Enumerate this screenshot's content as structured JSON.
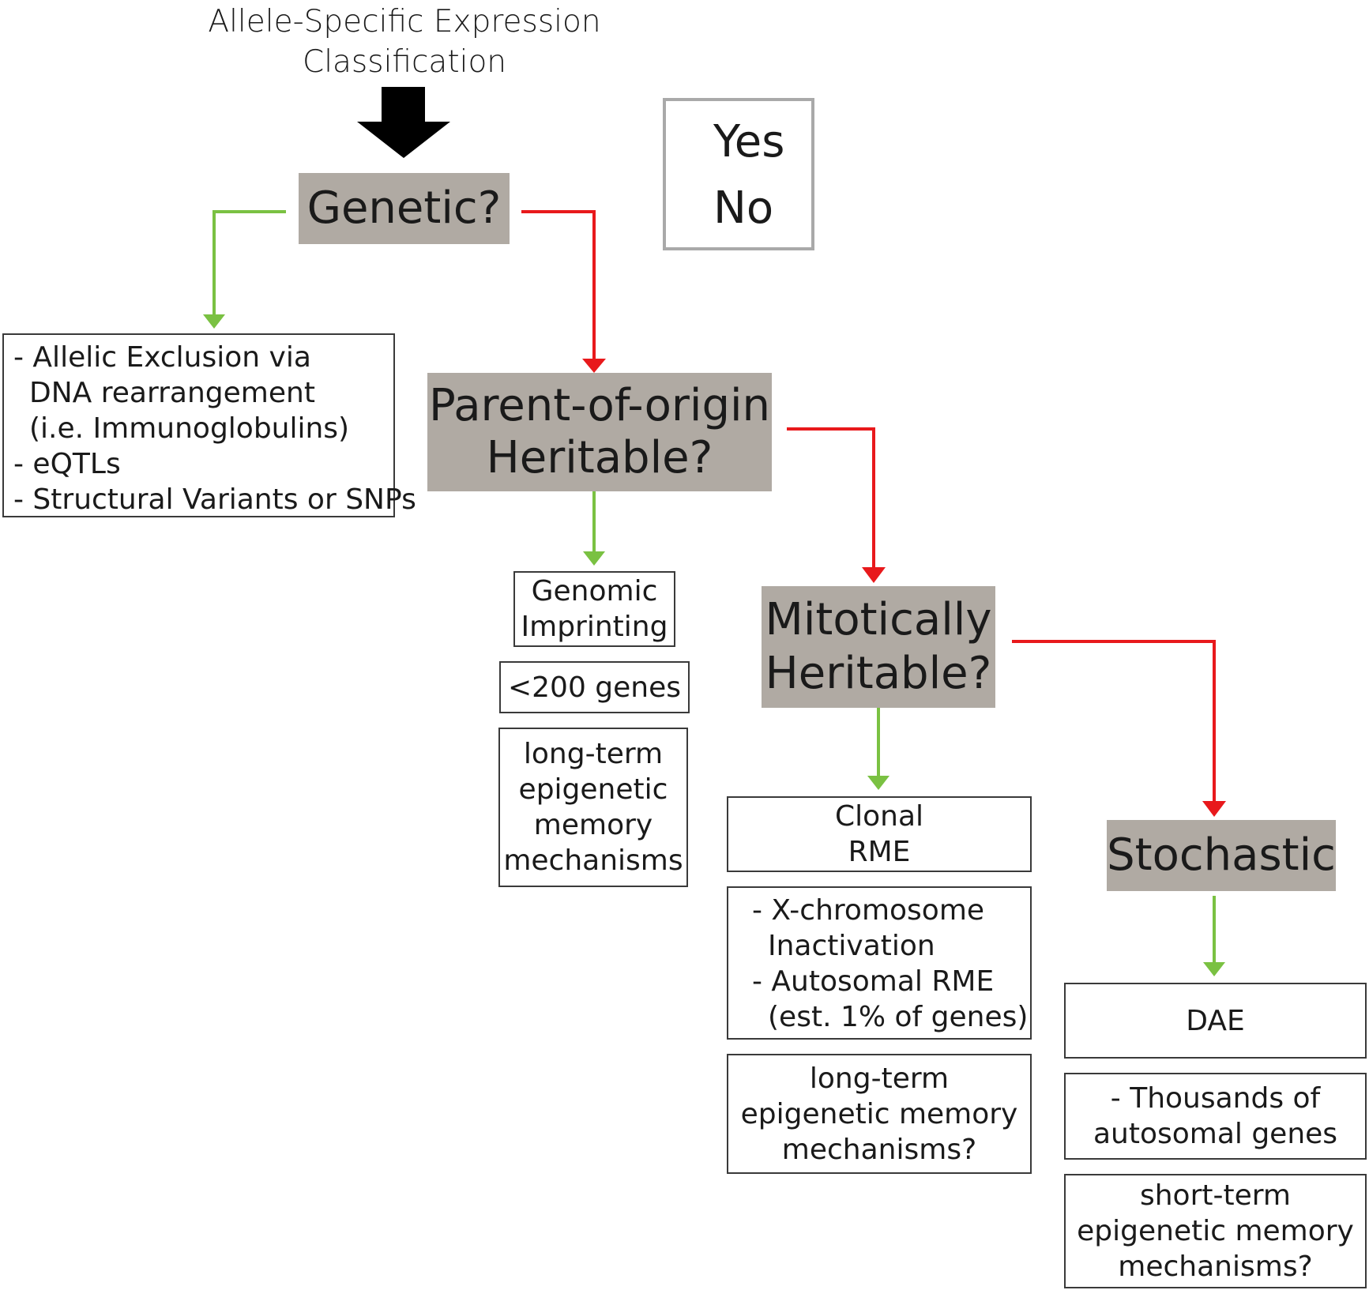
{
  "title": {
    "line1": "Allele-Specific Expression",
    "line2": "Classification"
  },
  "legend": {
    "yes_label": "Yes",
    "no_label": "No",
    "yes_color": "#7ac142",
    "no_color": "#e8191c"
  },
  "colors": {
    "question_box_fill": "#b0aaa3",
    "start_arrow": "#000000",
    "yes_arrow": "#7ac142",
    "no_arrow": "#e8191c"
  },
  "questions": {
    "genetic": "Genetic?",
    "parent_line1": "Parent-of-origin",
    "parent_line2": "Heritable?",
    "mitotic_line1": "Mitotically",
    "mitotic_line2": "Heritable?",
    "stochastic": "Stochastic"
  },
  "genetic_box": {
    "line1": "- Allelic Exclusion via",
    "line2": "DNA rearrangement",
    "line3": "(i.e. Immunoglobulins)",
    "line4": "- eQTLs",
    "line5": "- Structural Variants or SNPs"
  },
  "imprinting": {
    "name_line1": "Genomic",
    "name_line2": "Imprinting",
    "count": "<200 genes",
    "mech_line1": "long-term",
    "mech_line2": "epigenetic",
    "mech_line3": "memory",
    "mech_line4": "mechanisms"
  },
  "clonal": {
    "name_line1": "Clonal",
    "name_line2": "RME",
    "ex_line1": "- X-chromosome",
    "ex_line2": "Inactivation",
    "ex_line3": "- Autosomal RME",
    "ex_line4": "(est. 1% of genes)",
    "mech_line1": "long-term",
    "mech_line2": "epigenetic memory",
    "mech_line3": "mechanisms?"
  },
  "stochastic": {
    "name": "DAE",
    "ex_line1": "- Thousands of",
    "ex_line2": "autosomal genes",
    "mech_line1": "short-term",
    "mech_line2": "epigenetic memory",
    "mech_line3": "mechanisms?"
  }
}
